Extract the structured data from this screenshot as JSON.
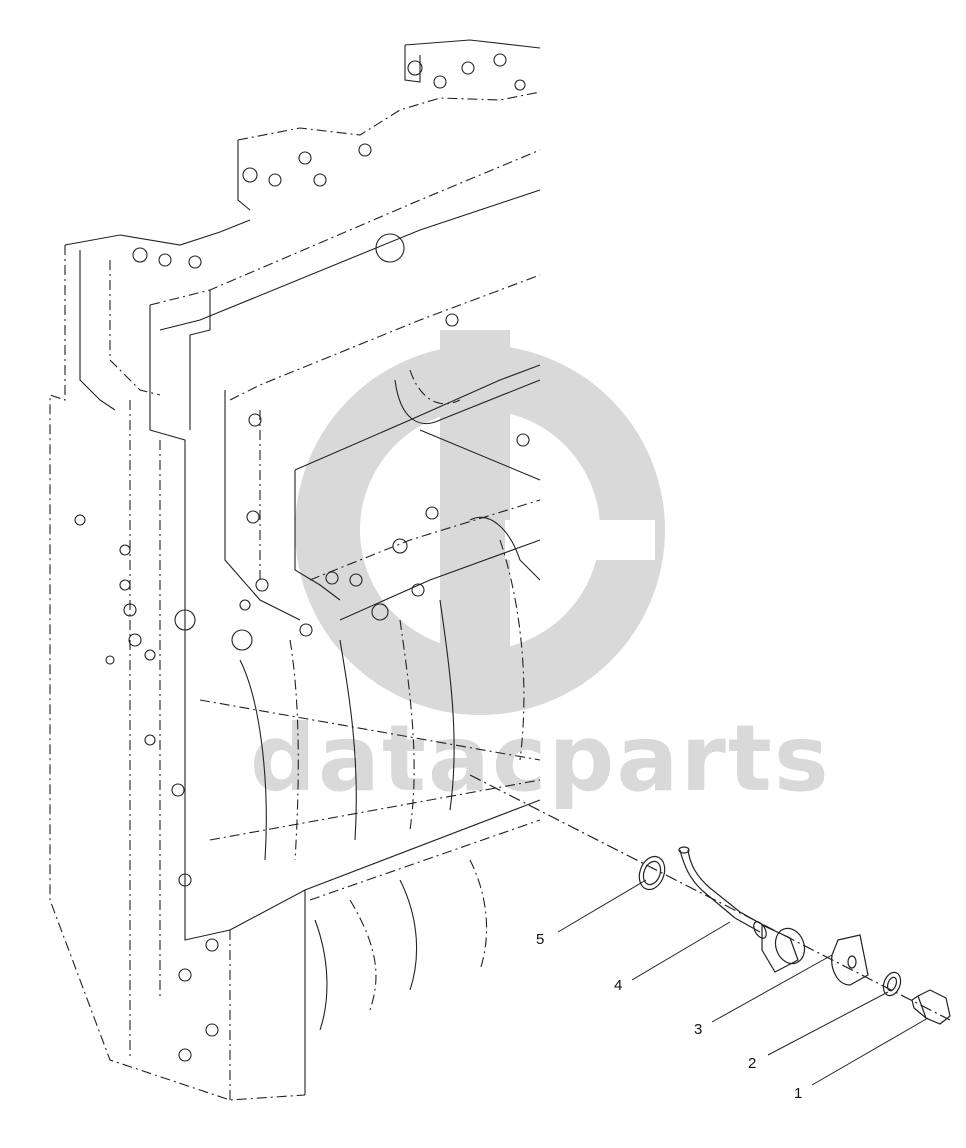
{
  "watermark": {
    "brand_text": "datacparts",
    "color": "#d9d9d9"
  },
  "callouts": [
    {
      "number": "1",
      "part": "bolt"
    },
    {
      "number": "2",
      "part": "washer"
    },
    {
      "number": "3",
      "part": "gasket"
    },
    {
      "number": "4",
      "part": "oil-drain-tube-assembly"
    },
    {
      "number": "5",
      "part": "o-ring"
    }
  ],
  "colors": {
    "line": "#222222",
    "background": "#ffffff"
  }
}
